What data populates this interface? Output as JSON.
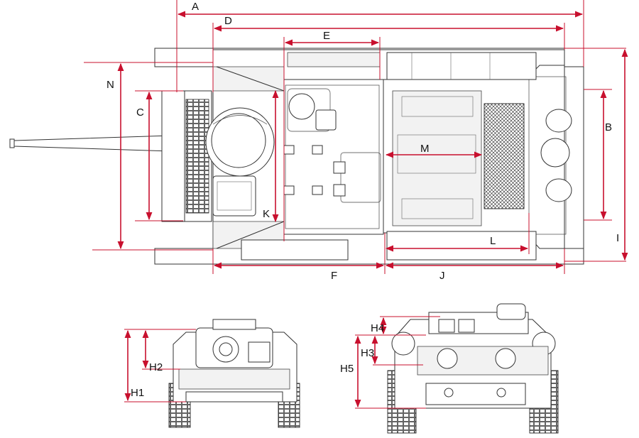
{
  "diagram": {
    "labels": {
      "A": "A",
      "B": "B",
      "C": "C",
      "D": "D",
      "E": "E",
      "F": "F",
      "I": "I",
      "J": "J",
      "K": "K",
      "L": "L",
      "M": "M",
      "N": "N",
      "H1": "H1",
      "H2": "H2",
      "H3": "H3",
      "H4": "H4",
      "H5": "H5"
    },
    "colors": {
      "dimension": "#c8102e",
      "outline": "#333333",
      "background": "#ffffff"
    },
    "views": [
      "top-view",
      "front-view",
      "rear-view"
    ]
  }
}
